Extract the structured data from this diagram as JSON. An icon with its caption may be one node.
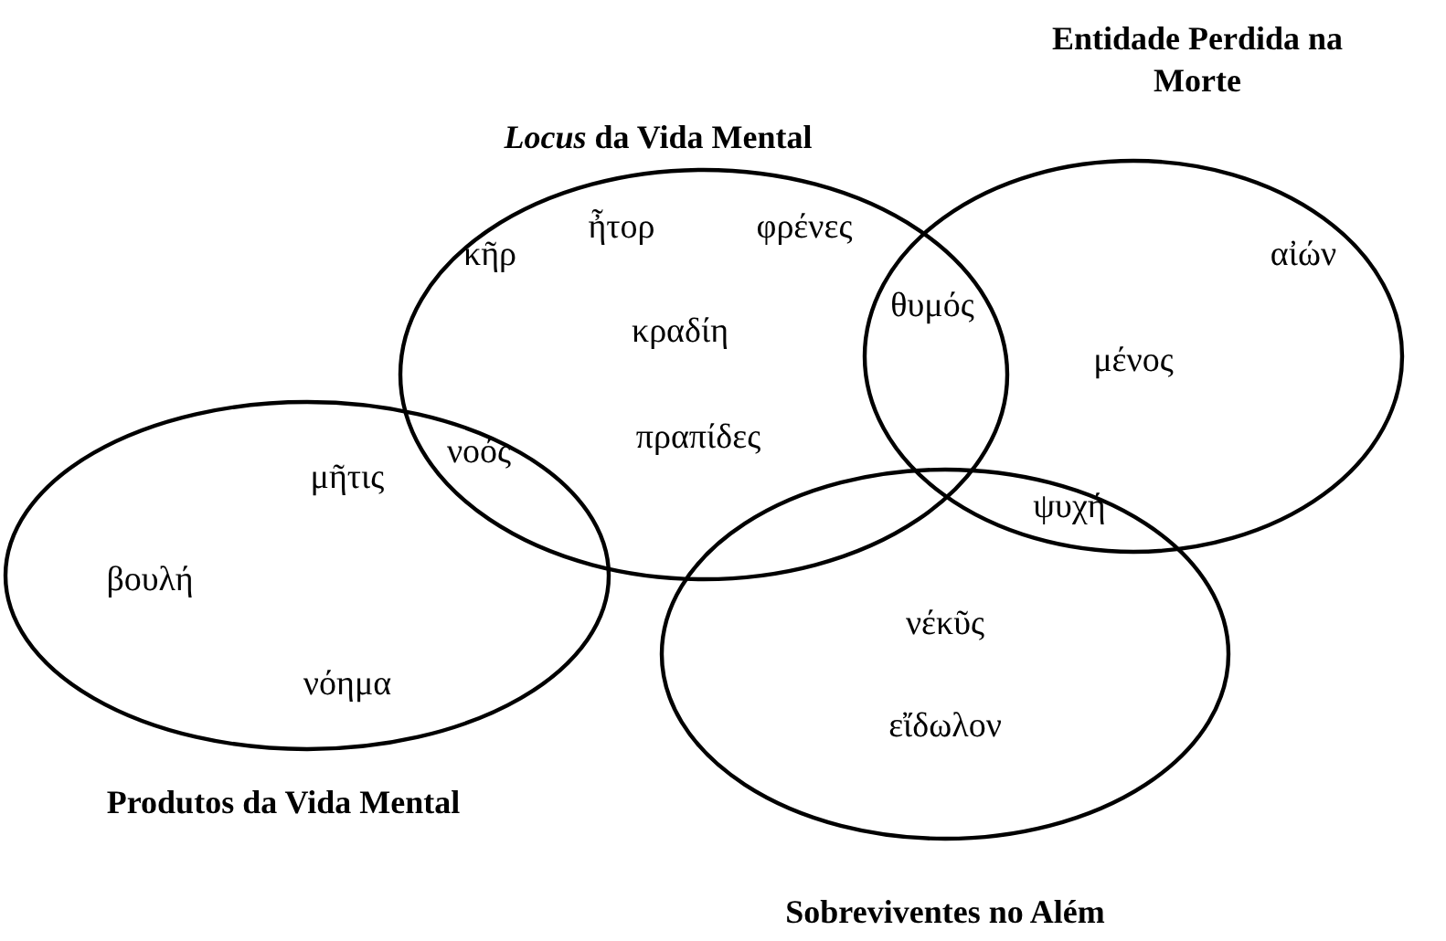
{
  "diagram": {
    "nodes": [
      {
        "text": [
          "*Locus* da Vida Mental"
        ]
      },
      {
        "text": [
          "Entidade Perdida na Morte"
        ]
      },
      {
        "text": [
          "Produtos da Vida Mental"
        ]
      },
      {
        "text": [
          "Sobreviventes no Além"
        ]
      }
    ],
    "labels": [
      "κῆρ",
      "ἦτορ",
      "φρένες",
      "αἰών",
      "θυμός",
      "κραδίη",
      "μένος",
      "πραπίδες",
      "νοός",
      "μῆτις",
      "ψυχή",
      "βουλή",
      "νέκῦς",
      "νόημα",
      "εἴδωλον"
    ]
  }
}
